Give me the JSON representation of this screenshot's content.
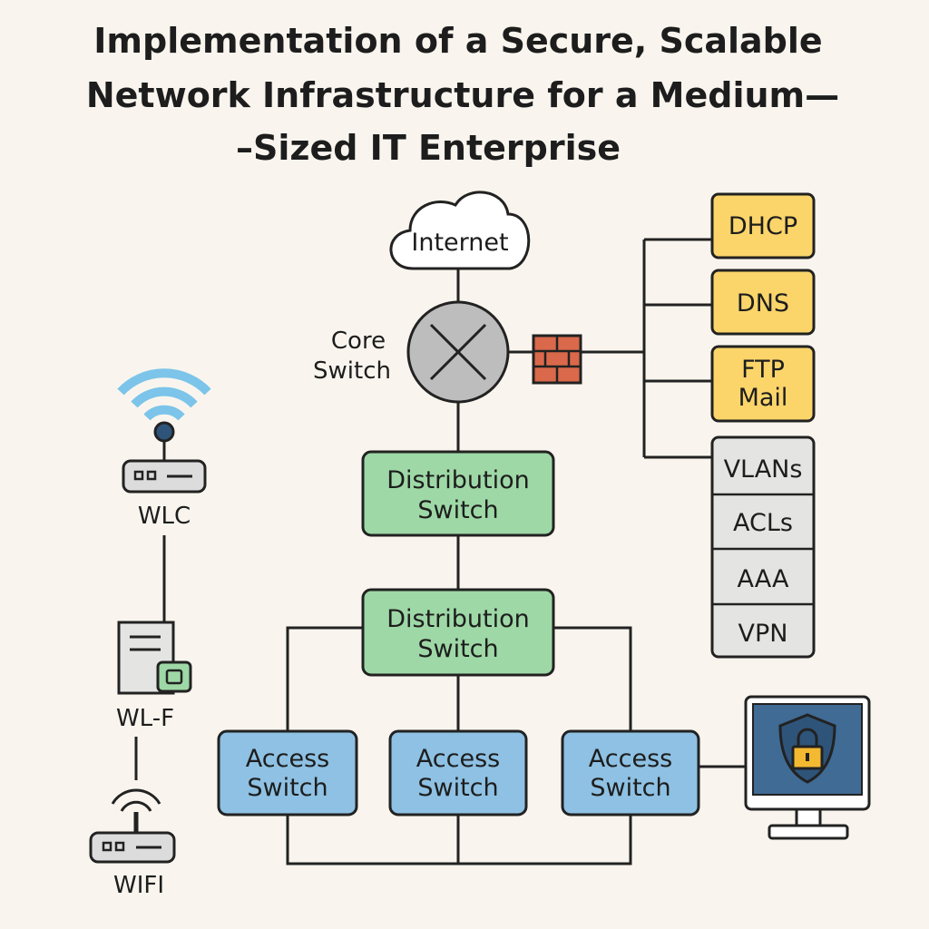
{
  "title": {
    "lines": [
      "Implementation of a Secure, Scalable",
      "Network Infrastructure for a Medium—",
      "–Sized IT Enterprise"
    ]
  },
  "internet": {
    "label": "Internet"
  },
  "core_switch": {
    "label_lines": [
      "Core",
      "Switch"
    ]
  },
  "distribution_1": {
    "label_lines": [
      "Distribution",
      "Switch"
    ]
  },
  "distribution_2": {
    "label_lines": [
      "Distribution",
      "Switch"
    ]
  },
  "access_switches": [
    {
      "label_lines": [
        "Access",
        "Switch"
      ]
    },
    {
      "label_lines": [
        "Access",
        "Switch"
      ]
    },
    {
      "label_lines": [
        "Access",
        "Switch"
      ]
    }
  ],
  "services": [
    {
      "label_lines": [
        "DHCP"
      ]
    },
    {
      "label_lines": [
        "DNS"
      ]
    },
    {
      "label_lines": [
        "FTP",
        "Mail"
      ]
    }
  ],
  "security_stack": [
    "VLANs",
    "ACLs",
    "AAA",
    "VPN"
  ],
  "wireless": {
    "wlc_label": "WLC",
    "wlf_label": "WL-F",
    "wifi_label": "WIFI"
  },
  "colors": {
    "service_fill": "#fbd56a",
    "distribution_fill": "#9ed8a6",
    "access_fill": "#8ec1e3",
    "security_fill": "#e4e4e2",
    "firewall_brick": "#d9694a",
    "monitor_screen": "#3f6b94",
    "shield": "#2f5479",
    "lock": "#f3b931",
    "wifi_arc": "#7cc4e9"
  }
}
